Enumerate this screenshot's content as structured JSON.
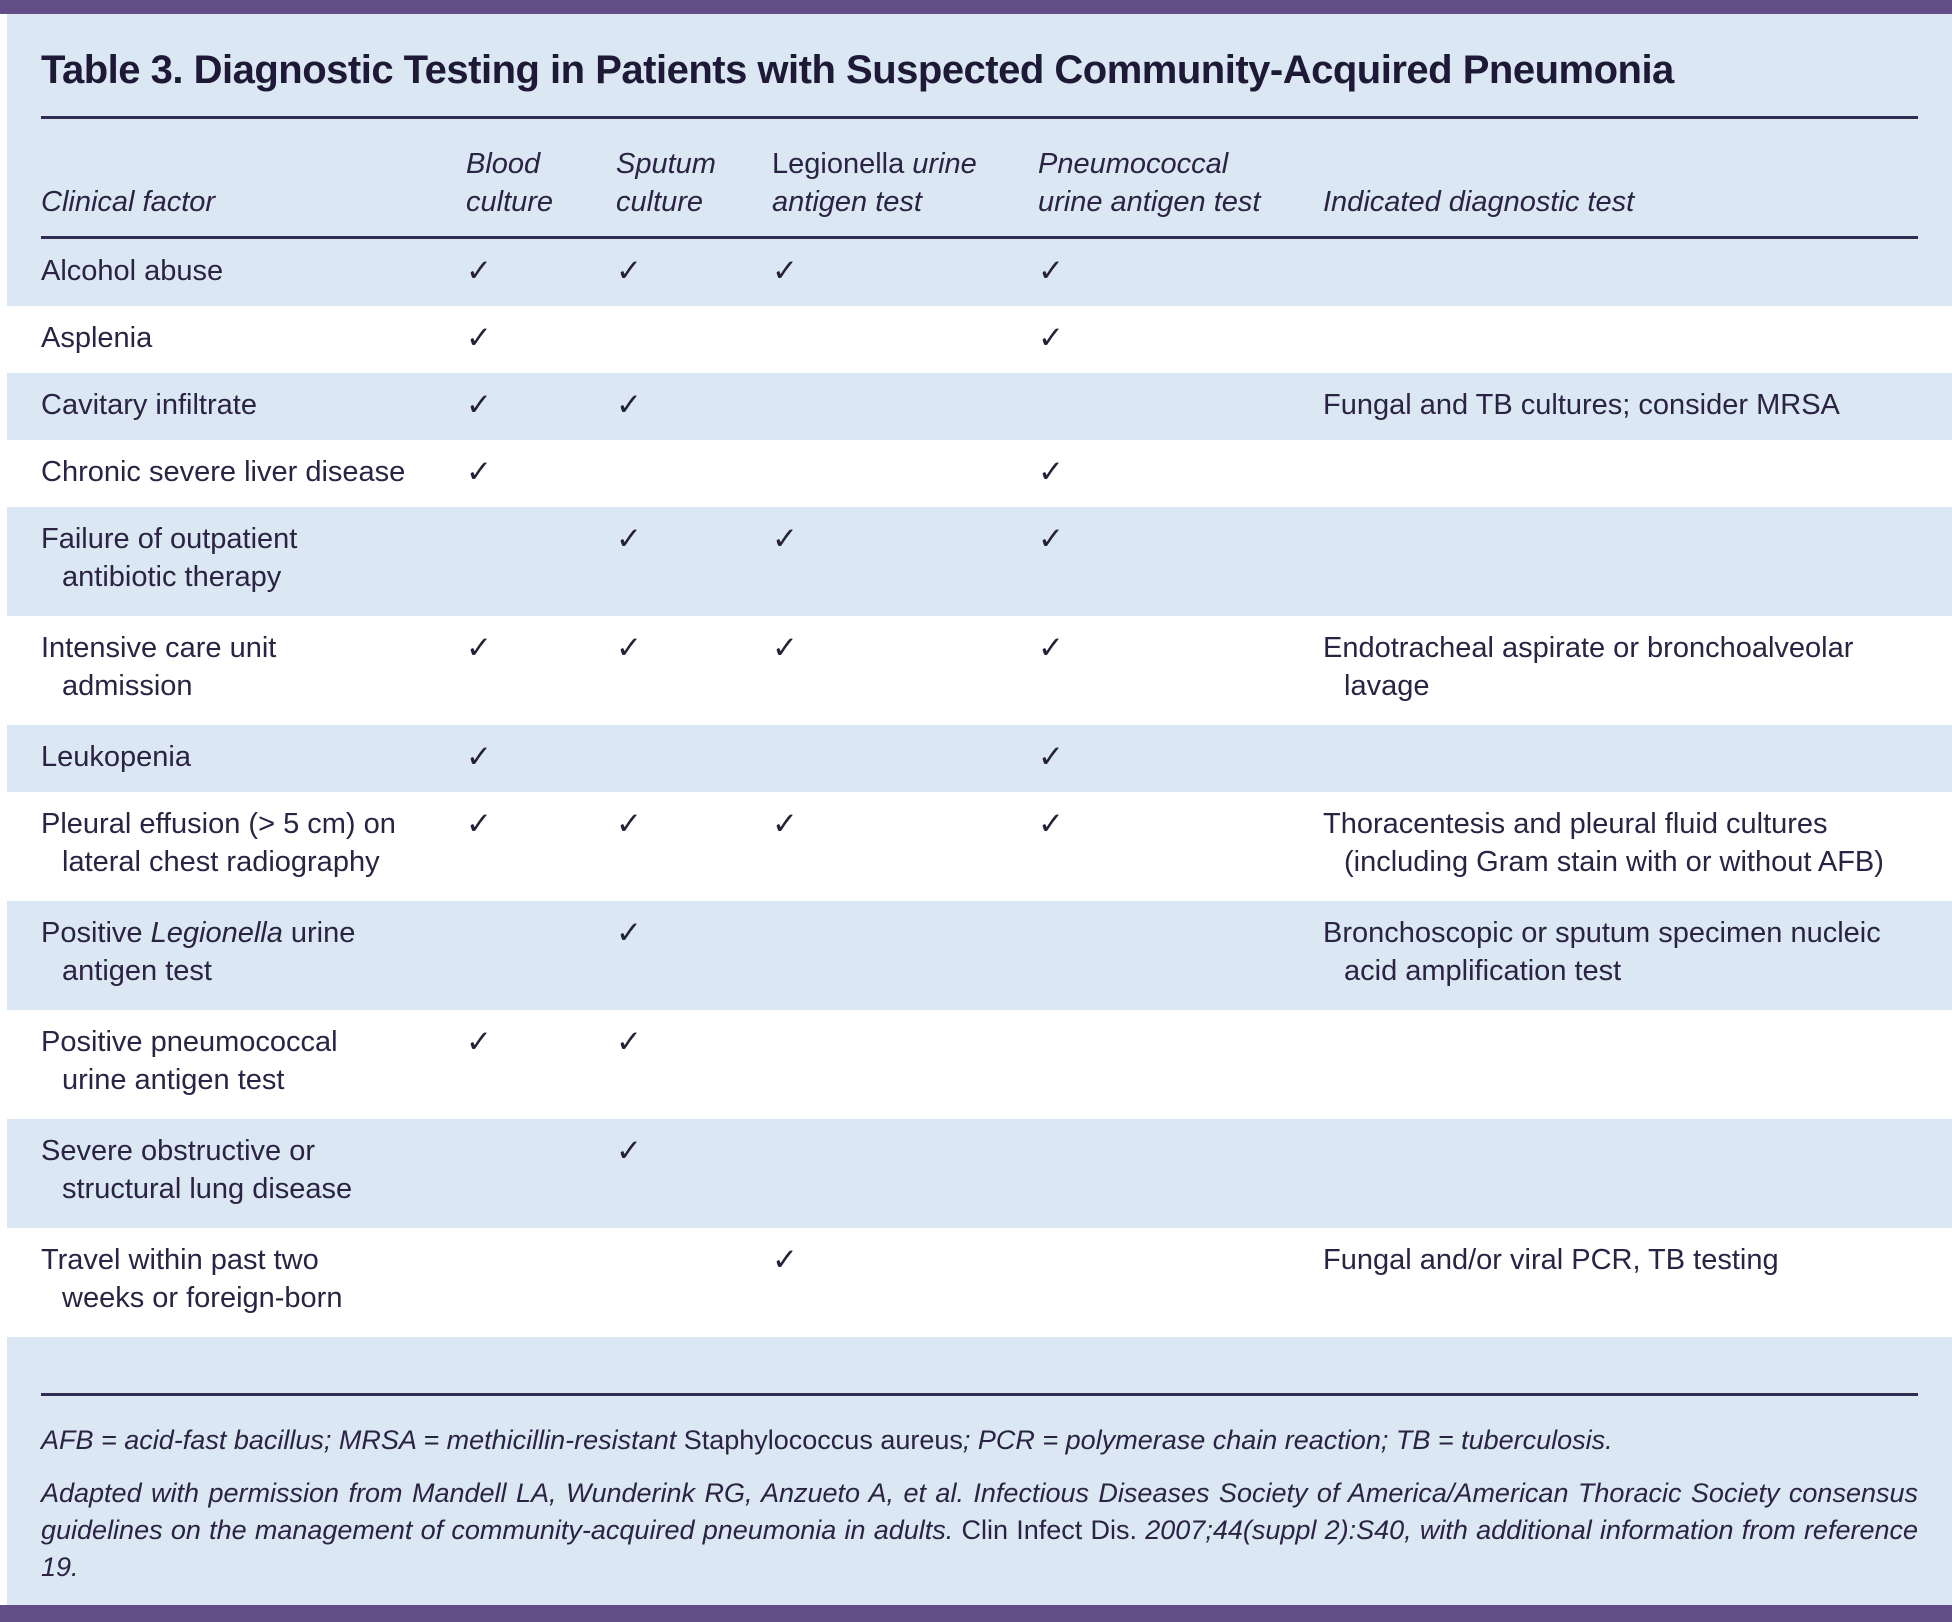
{
  "accent_color": "#634d87",
  "panel_color": "#dbe7f2",
  "title": "Table 3. Diagnostic Testing in Patients with Suspected Community-Acquired Pneumonia",
  "header": {
    "factor": "Clinical factor",
    "blood": [
      "Blood",
      "culture"
    ],
    "sputum": [
      "Sputum",
      "culture"
    ],
    "legionella_roman": "Legionella",
    "legionella_italic": " urine",
    "legionella_line2": "antigen test",
    "pneumococcal": [
      "Pneumococcal",
      "urine antigen test"
    ],
    "indicated": "Indicated diagnostic test"
  },
  "rows": [
    {
      "f1a": "Alcohol abuse",
      "blood": "✓",
      "sputum": "✓",
      "legionella": "✓",
      "pneumococcal": "✓"
    },
    {
      "f1a": "Asplenia",
      "blood": "✓",
      "sputum": "",
      "legionella": "",
      "pneumococcal": "✓"
    },
    {
      "f1a": "Cavitary infiltrate",
      "blood": "✓",
      "sputum": "✓",
      "legionella": "",
      "pneumococcal": "",
      "ind1": "Fungal and TB cultures; consider MRSA"
    },
    {
      "f1a": "Chronic severe liver disease",
      "blood": "✓",
      "sputum": "",
      "legionella": "",
      "pneumococcal": "✓"
    },
    {
      "f1a": "Failure of outpatient",
      "f2": "antibiotic therapy",
      "blood": "",
      "sputum": "✓",
      "legionella": "✓",
      "pneumococcal": "✓"
    },
    {
      "f1a": "Intensive care unit",
      "f2": "admission",
      "blood": "✓",
      "sputum": "✓",
      "legionella": "✓",
      "pneumococcal": "✓",
      "ind1": "Endotracheal aspirate or bronchoalveolar",
      "ind2": "lavage"
    },
    {
      "f1a": "Leukopenia",
      "blood": "✓",
      "sputum": "",
      "legionella": "",
      "pneumococcal": "✓"
    },
    {
      "f1a": "Pleural effusion (> 5 cm) on",
      "f2": "lateral chest radiography",
      "blood": "✓",
      "sputum": "✓",
      "legionella": "✓",
      "pneumococcal": "✓",
      "ind1": "Thoracentesis and pleural fluid cultures",
      "ind2": "(including Gram stain with or without AFB)"
    },
    {
      "f1a": "Positive ",
      "f1b": "Legionella",
      "f1c": " urine",
      "f2": "antigen test",
      "blood": "",
      "sputum": "✓",
      "legionella": "",
      "pneumococcal": "",
      "ind1": "Bronchoscopic or sputum specimen nucleic",
      "ind2": "acid amplification test"
    },
    {
      "f1a": "Positive pneumococcal",
      "f2": "urine antigen test",
      "blood": "✓",
      "sputum": "✓",
      "legionella": "",
      "pneumococcal": ""
    },
    {
      "f1a": "Severe obstructive or",
      "f2": "structural lung disease",
      "blood": "",
      "sputum": "✓",
      "legionella": "",
      "pneumococcal": ""
    },
    {
      "f1a": "Travel within past two",
      "f2": "weeks or foreign-born",
      "blood": "",
      "sputum": "",
      "legionella": "✓",
      "pneumococcal": "",
      "ind1": "Fungal and/or viral PCR, TB testing"
    }
  ],
  "footnotes": {
    "abbr": [
      "AFB = acid-fast bacillus; MRSA = methicillin-resistant ",
      "Staphylococcus aureus",
      "; PCR = polymerase chain reaction; TB = tuberculosis."
    ],
    "source": [
      "Adapted with permission from Mandell LA, Wunderink RG, Anzueto A, et al. Infectious Diseases Society of America/American Thoracic Society consensus guidelines on the management of community-acquired pneumonia in adults. ",
      "Clin Infect Dis.",
      " 2007;44(suppl 2):S40, with additional information from reference 19."
    ]
  }
}
